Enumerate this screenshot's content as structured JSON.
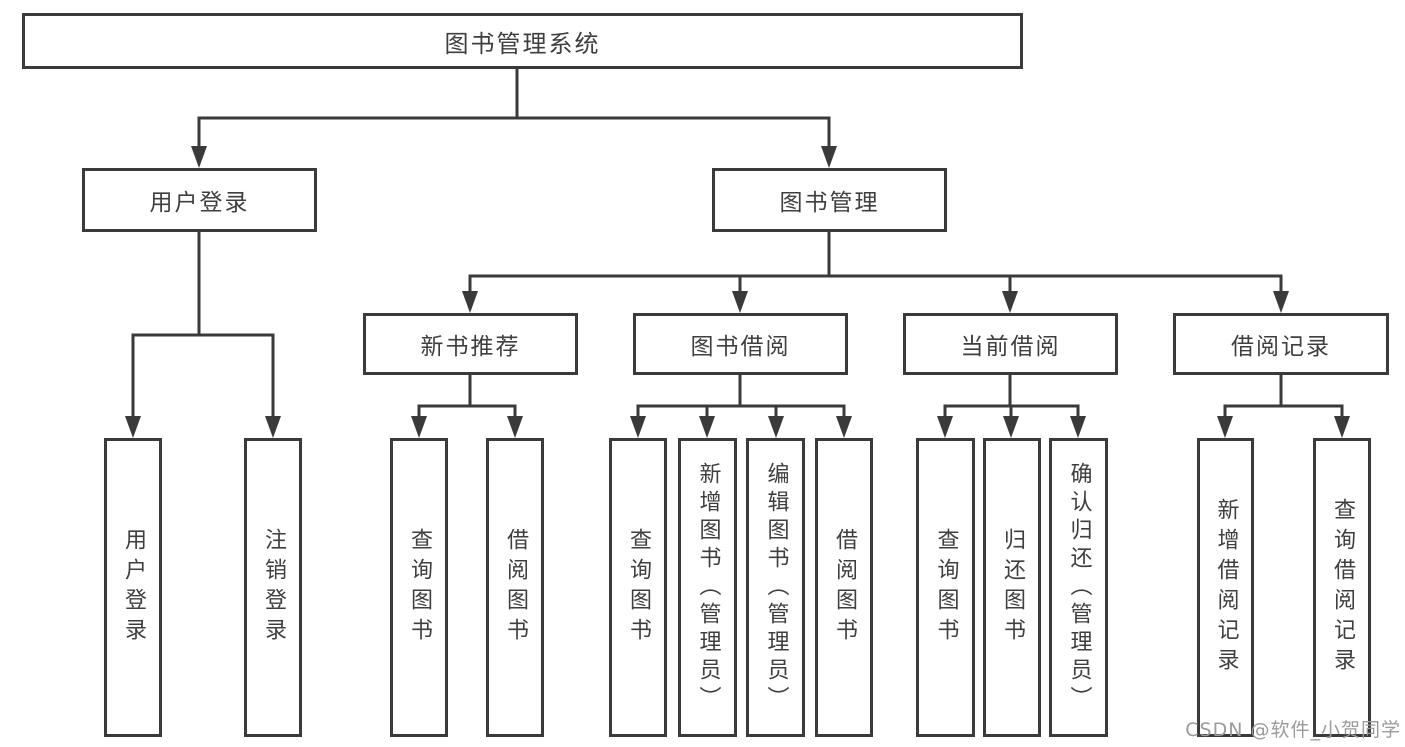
{
  "labels": {
    "root": "图书管理系统",
    "user_login": "用户登录",
    "book_mgmt": "图书管理",
    "new_book_rec": "新书推荐",
    "book_borrow": "图书借阅",
    "current_borrow": "当前借阅",
    "borrow_records": "借阅记录",
    "leaf_user_login": "用户登录",
    "leaf_logout": "注销登录",
    "rec_query_books": "查询图书",
    "rec_borrow_books": "借阅图书",
    "bb_query_books": "查询图书",
    "bb_add_books": "新增图书（管理员）",
    "bb_edit_books": "编辑图书（管理员）",
    "bb_borrow_books": "借阅图书",
    "cb_query_books": "查询图书",
    "cb_return_books": "归还图书",
    "cb_confirm_return": "确认归还（管理员）",
    "br_add_record": "新增借阅记录",
    "br_query_record": "查询借阅记录"
  },
  "hierarchy": [
    {
      "parent": "图书管理系统",
      "children": [
        "用户登录",
        "图书管理"
      ]
    },
    {
      "parent": "用户登录",
      "children": [
        "用户登录",
        "注销登录"
      ]
    },
    {
      "parent": "图书管理",
      "children": [
        "新书推荐",
        "图书借阅",
        "当前借阅",
        "借阅记录"
      ]
    },
    {
      "parent": "新书推荐",
      "children": [
        "查询图书",
        "借阅图书"
      ]
    },
    {
      "parent": "图书借阅",
      "children": [
        "查询图书",
        "新增图书（管理员）",
        "编辑图书（管理员）",
        "借阅图书"
      ]
    },
    {
      "parent": "当前借阅",
      "children": [
        "查询图书",
        "归还图书",
        "确认归还（管理员）"
      ]
    },
    {
      "parent": "借阅记录",
      "children": [
        "新增借阅记录",
        "查询借阅记录"
      ]
    }
  ],
  "watermark": "CSDN @软件_小贺同学",
  "colors": {
    "line": "#3a3a3a",
    "text": "#3f3f3f",
    "watermark": "#9b9b9b",
    "background": "#ffffff"
  }
}
